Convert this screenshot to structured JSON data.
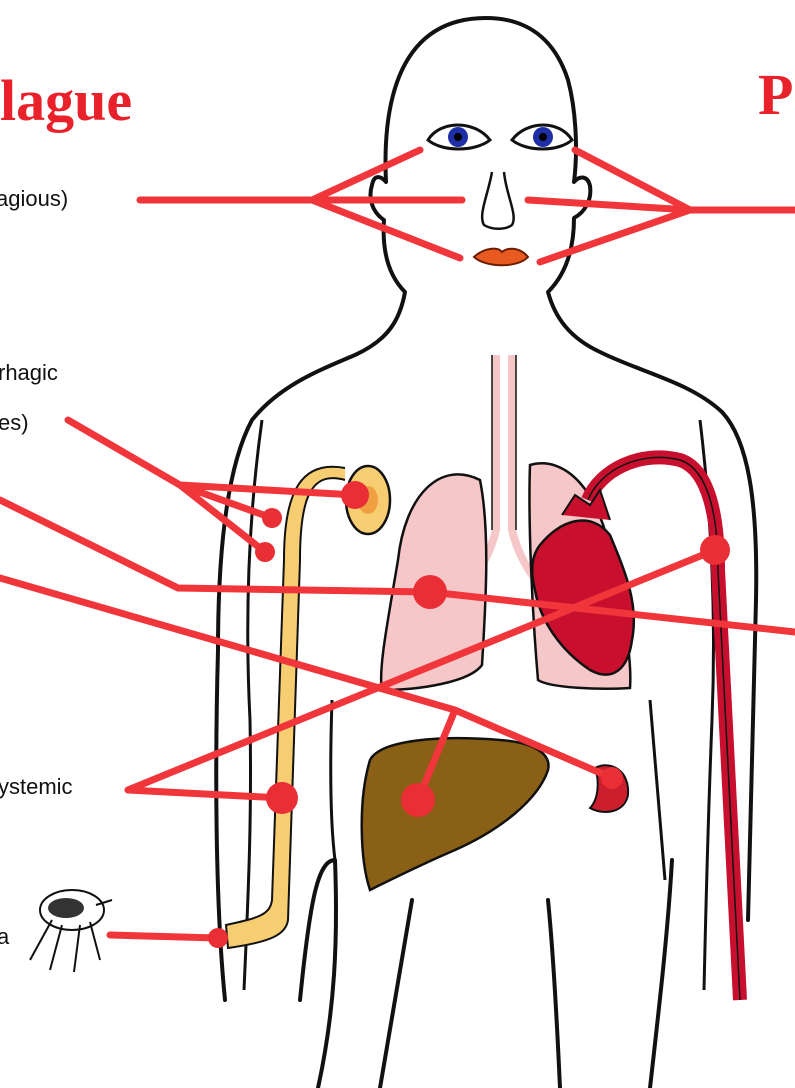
{
  "titles": {
    "left": "lague",
    "right": "P"
  },
  "labels": {
    "contagious": "agious)",
    "hemorrhagic_line1": "rhagic",
    "hemorrhagic_line2": "es)",
    "systemic": "ystemic",
    "flea": "a"
  },
  "colors": {
    "callout_line": "#f0363a",
    "marker_dot": "#ea2e35",
    "lung": "#f6c7c9",
    "heart": "#c8102e",
    "liver": "#8a5f16",
    "spleen": "#cc1f2e",
    "lymph_vessel": "#f7cd72",
    "eye": "#1f2fa8",
    "lips": "#e85a20",
    "title": "#e8212a"
  }
}
